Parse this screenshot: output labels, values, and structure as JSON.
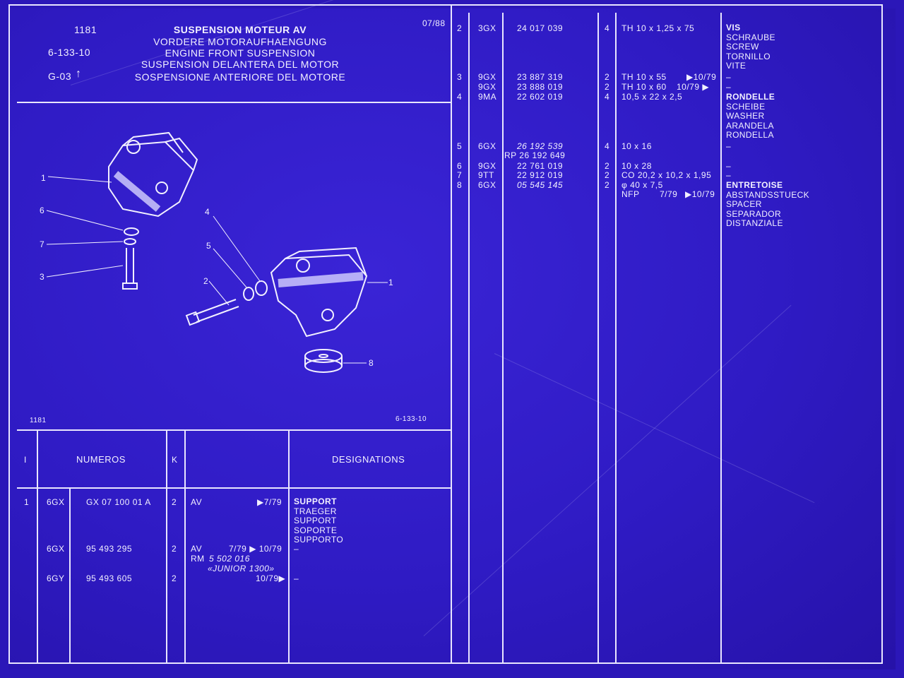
{
  "header": {
    "code": "1181",
    "ref": "6-133-10",
    "group": "G-03",
    "date": "07/88",
    "titles": [
      "SUSPENSION MOTEUR AV",
      "VORDERE MOTORAUFHAENGUNG",
      "ENGINE FRONT SUSPENSION",
      "SUSPENSION DELANTERA DEL MOTOR",
      "SOSPENSIONE ANTERIORE DEL MOTORE"
    ]
  },
  "drawing": {
    "footer_left": "1181",
    "footer_right": "6-133-10",
    "callouts": [
      "1",
      "6",
      "7",
      "3",
      "4",
      "5",
      "2",
      "1",
      "8"
    ]
  },
  "table_header": {
    "col_i": "I",
    "col_numeros": "NUMEROS",
    "col_k": "K",
    "col_designations": "DESIGNATIONS"
  },
  "left_rows": {
    "r1": {
      "i": "1",
      "code": "6GX",
      "number": "GX  07  100  01  A",
      "k": "2",
      "av": "AV",
      "range": "▶7/79",
      "desc": [
        "SUPPORT",
        "TRAEGER",
        "SUPPORT",
        "SOPORTE",
        "SUPPORTO"
      ]
    },
    "r2": {
      "code": "6GX",
      "number": "95  493  295",
      "k": "2",
      "av": "AV",
      "range": "7/79  ▶ 10/79",
      "rm": "RM",
      "rm_num": "5  502  016",
      "junior": "«JUNIOR 1300»",
      "desc": "–"
    },
    "r3": {
      "code": "6GY",
      "number": "95  493  605",
      "k": "2",
      "range": "10/79▶",
      "desc": "–"
    }
  },
  "right_rows": {
    "i": [
      "2",
      "3",
      "4",
      "5",
      "6",
      "7",
      "8"
    ],
    "codes": [
      "3GX",
      "9GX",
      "9GX",
      "9MA",
      "6GX",
      "9GX",
      "9TT",
      "6GX"
    ],
    "numbers": [
      "24  017  039",
      "23  887  319",
      "23  888  019",
      "22  602  019",
      "26  192  539",
      "RP  26  192  649",
      "22  761  019",
      "22  912  019",
      "05  545  145"
    ],
    "qty": [
      "4",
      "2",
      "2",
      "4",
      "4",
      "2",
      "2",
      "2"
    ],
    "specs": [
      "TH  10 x 1,25 x 75",
      "TH  10 x 55",
      "▶10/79",
      "TH  10 x 60",
      "10/79 ▶",
      "10,5 x 22 x 2,5",
      "10 x 16",
      "10 x 28",
      "CO  20,2 x 10,2 x 1,95",
      "φ 40 x 7,5",
      "NFP",
      "7/79",
      "▶10/79"
    ],
    "desc_vis": [
      "VIS",
      "SCHRAUBE",
      "SCREW",
      "TORNILLO",
      "VITE"
    ],
    "desc_rondelle": [
      "RONDELLE",
      "SCHEIBE",
      "WASHER",
      "ARANDELA",
      "RONDELLA"
    ],
    "desc_entretoise": [
      "ENTRETOISE",
      "ABSTANDSSTUECK",
      "SPACER",
      "SEPARADOR",
      "DISTANZIALE"
    ],
    "dash": "–"
  },
  "colors": {
    "background": "#2b17b8",
    "ink": "#f2f0ff"
  }
}
